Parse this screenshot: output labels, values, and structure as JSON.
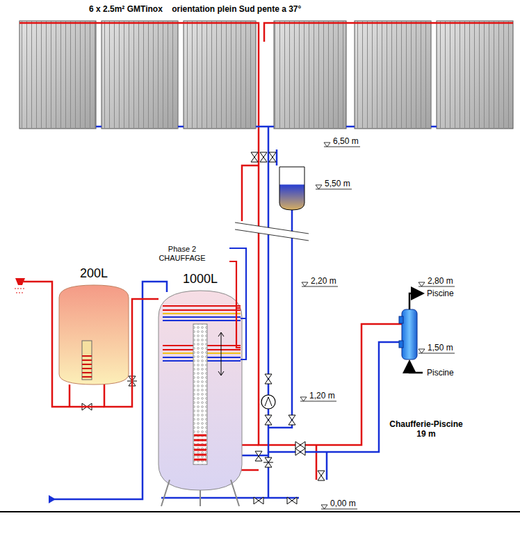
{
  "diagram": {
    "title": "6 x 2.5m² GMTinox    orientation plein Sud pente a 37°",
    "nodes": [
      {
        "text": [
          "200L"
        ]
      },
      {
        "text": [
          "1000L"
        ]
      }
    ],
    "edges": [
      {
        "from": 1,
        "to": 0,
        "arrow": "none"
      }
    ],
    "labels": [
      "6,50 m",
      "5,50 m",
      "Phase 2 CHAUFFAGE",
      "2,20 m",
      "2,80 m",
      "Piscine",
      "1,50 m",
      "Piscine",
      "1,20 m",
      "Chaufferie-Piscine 19 m",
      "0,00 m"
    ]
  }
}
